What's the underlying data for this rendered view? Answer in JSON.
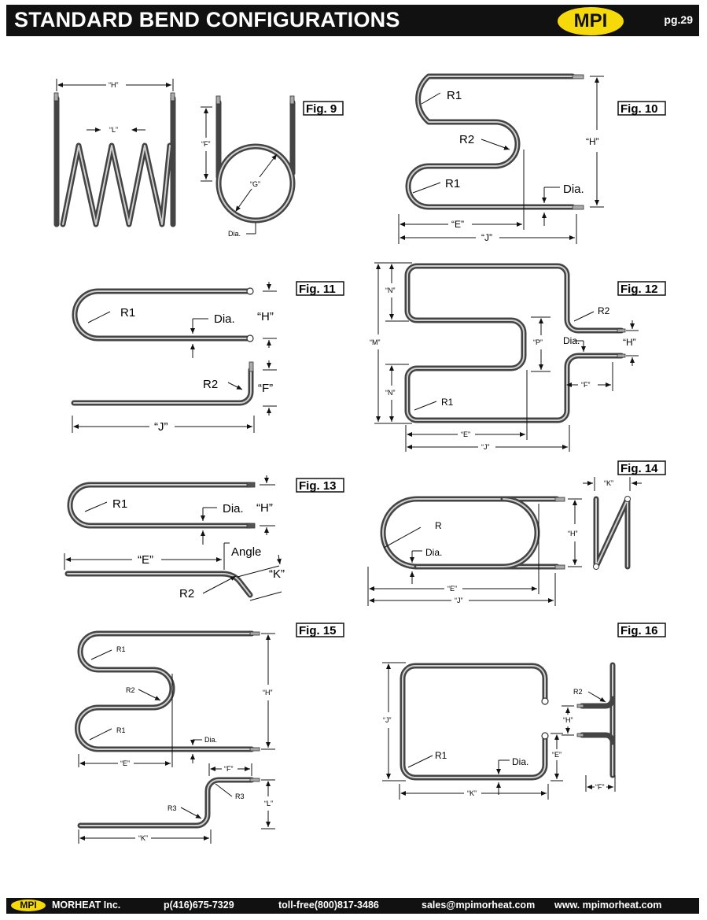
{
  "header": {
    "title": "STANDARD BEND CONFIGURATIONS",
    "logo": "MPI",
    "page": "pg.29"
  },
  "figures": {
    "fig9": {
      "label": "Fig. 9",
      "dims": [
        "“H”",
        "“L”",
        "“F”",
        "“G”",
        "Dia."
      ]
    },
    "fig10": {
      "label": "Fig. 10",
      "dims": [
        "R1",
        "R2",
        "R1",
        "“H”",
        "Dia.",
        "“E”",
        "“J”"
      ]
    },
    "fig11": {
      "label": "Fig. 11",
      "dims": [
        "R1",
        "Dia.",
        "“H”",
        "R2",
        "“F”",
        "“J”"
      ]
    },
    "fig12": {
      "label": "Fig. 12",
      "dims": [
        "“N”",
        "“M”",
        "“N”",
        "“P”",
        "R2",
        "Dia.",
        "“H”",
        "“F”",
        "R1",
        "“E”",
        "“J”"
      ]
    },
    "fig13": {
      "label": "Fig. 13",
      "dims": [
        "R1",
        "Dia.",
        "“H”",
        "“E”",
        "Angle",
        "“K”",
        "R2"
      ]
    },
    "fig14": {
      "label": "Fig. 14",
      "dims": [
        "“K”",
        "R",
        "“H”",
        "Dia.",
        "“E”",
        "“J”"
      ]
    },
    "fig15": {
      "label": "Fig. 15",
      "dims": [
        "R1",
        "R2",
        "“H”",
        "R1",
        "Dia.",
        "“E”",
        "“F”",
        "R3",
        "“L”",
        "R3",
        "“K”"
      ]
    },
    "fig16": {
      "label": "Fig. 16",
      "dims": [
        "“J”",
        "R2",
        "“H”",
        "R1",
        "Dia.",
        "“E”",
        "“K”",
        "“F”"
      ]
    }
  },
  "footer": {
    "logo": "MPI",
    "company": "MORHEAT Inc.",
    "phone": "p(416)675-7329",
    "tollfree": "toll-free(800)817-3486",
    "email": "sales@mpimorheat.com",
    "web": "www. mpimorheat.com"
  },
  "colors": {
    "header_bg": "#111111",
    "logo_yellow": "#f5d90a"
  }
}
